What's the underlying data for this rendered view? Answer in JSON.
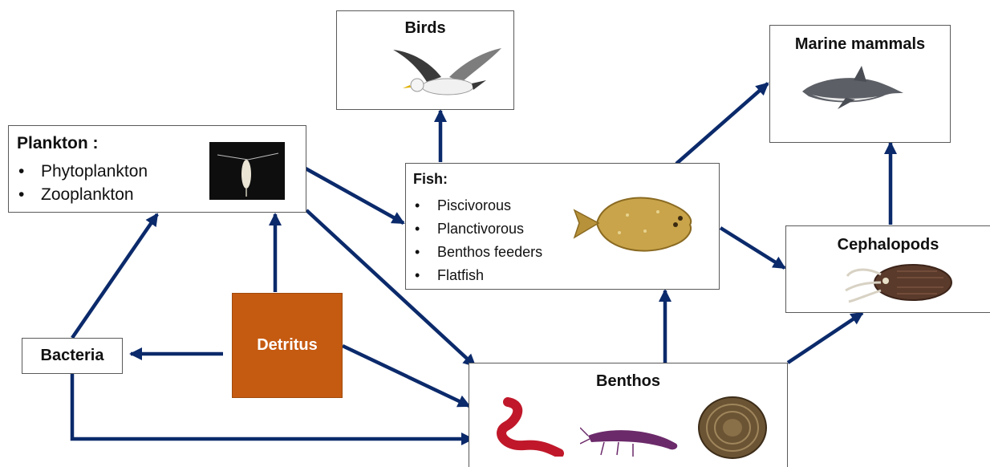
{
  "nodes": {
    "birds": {
      "title": "Birds"
    },
    "marine_mammals": {
      "title": "Marine mammals"
    },
    "plankton": {
      "title": "Plankton :",
      "items": [
        "Phytoplankton",
        "Zooplankton"
      ]
    },
    "fish": {
      "title": "Fish:",
      "items": [
        "Piscivorous",
        "Planctivorous",
        "Benthos feeders",
        "Flatfish"
      ]
    },
    "cephalopods": {
      "title": "Cephalopods"
    },
    "bacteria": {
      "title": "Bacteria"
    },
    "detritus": {
      "title": "Detritus"
    },
    "benthos": {
      "title": "Benthos"
    }
  },
  "edges": [
    {
      "from": "fish",
      "to": "birds"
    },
    {
      "from": "fish",
      "to": "marine_mammals"
    },
    {
      "from": "plankton",
      "to": "fish"
    },
    {
      "from": "plankton",
      "to": "benthos"
    },
    {
      "from": "fish",
      "to": "cephalopods"
    },
    {
      "from": "cephalopods",
      "to": "marine_mammals"
    },
    {
      "from": "bacteria",
      "to": "plankton"
    },
    {
      "from": "detritus",
      "to": "plankton"
    },
    {
      "from": "detritus",
      "to": "bacteria"
    },
    {
      "from": "detritus",
      "to": "benthos"
    },
    {
      "from": "bacteria",
      "to": "benthos"
    },
    {
      "from": "benthos",
      "to": "fish"
    },
    {
      "from": "benthos",
      "to": "cephalopods"
    }
  ],
  "colors": {
    "arrow": "#0b2a6b",
    "detritus_fill": "#c55a11",
    "box_border": "#5a5a5a"
  },
  "icons": {
    "birds": "seagull-icon",
    "marine_mammals": "porpoise-icon",
    "plankton": "zooplankton-photo-icon",
    "fish": "flatfish-icon",
    "cephalopods": "cuttlefish-icon",
    "benthos": [
      "worm-icon",
      "shrimp-icon",
      "clam-icon"
    ]
  }
}
